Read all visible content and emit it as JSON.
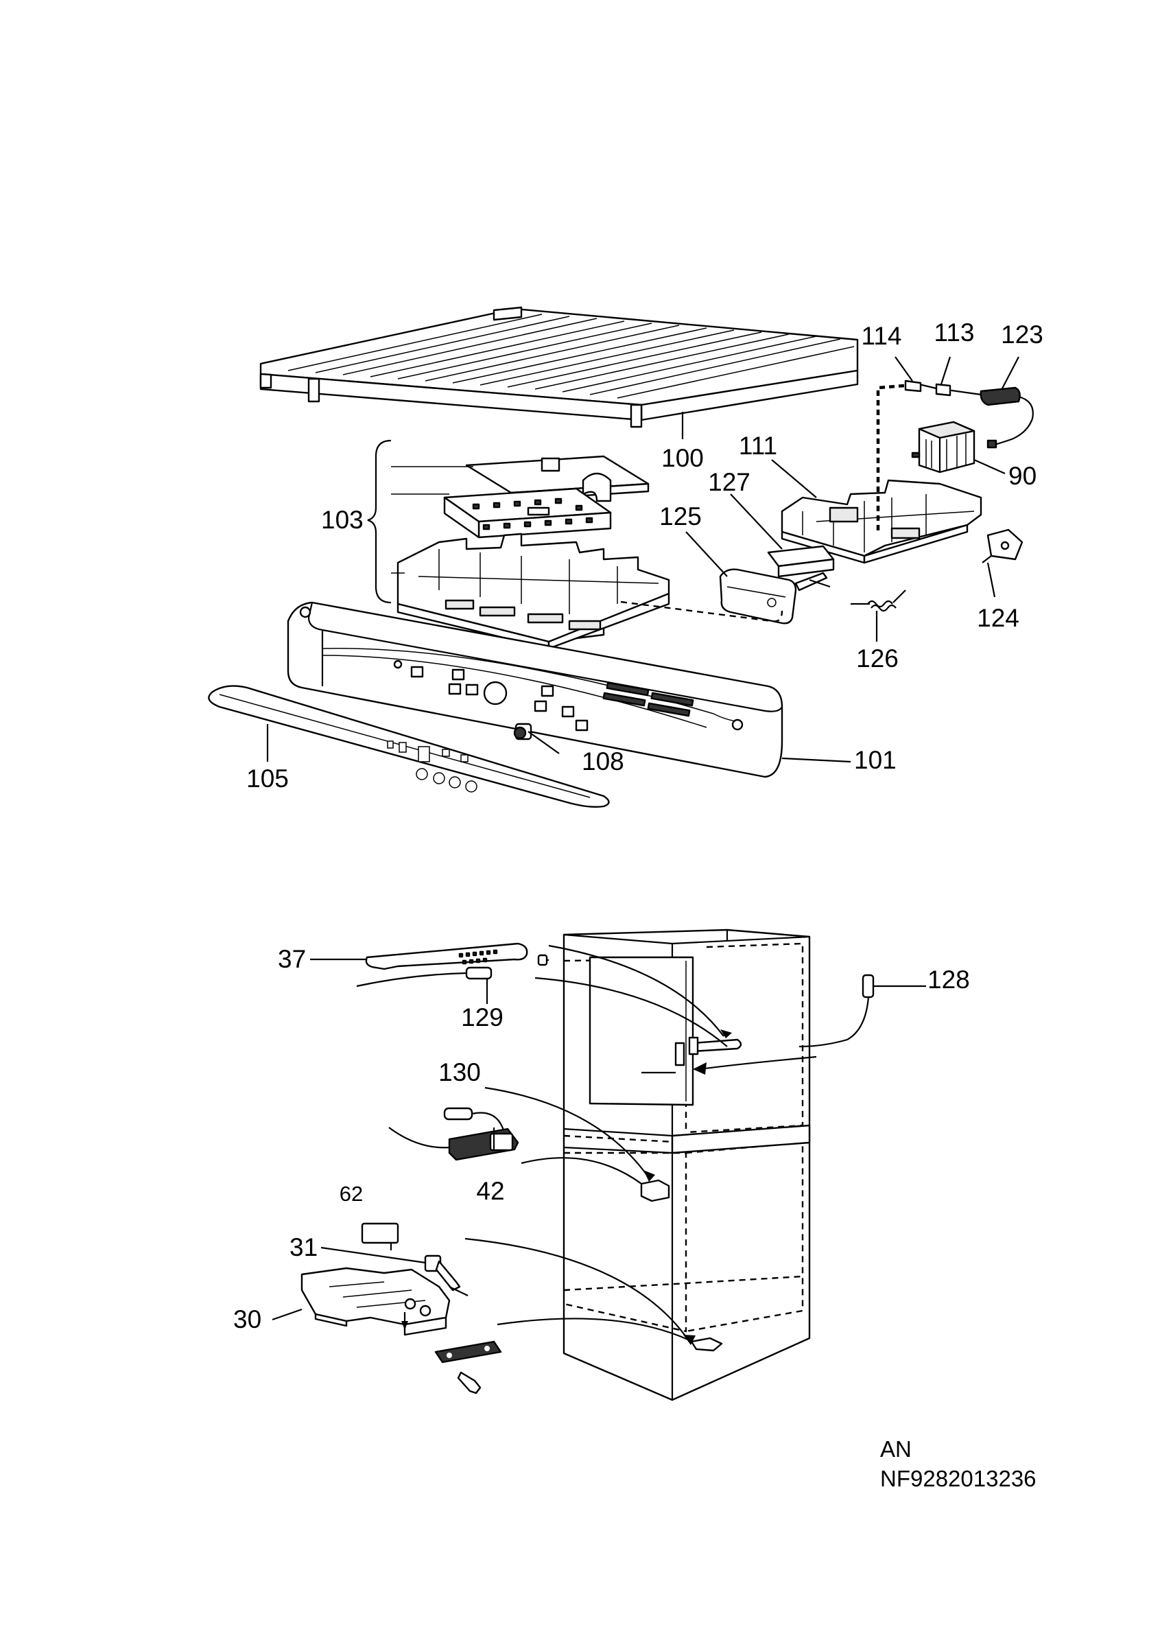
{
  "callouts": {
    "c100": "100",
    "c101": "101",
    "c103": "103",
    "c105": "105",
    "c108": "108",
    "c111": "111",
    "c113": "113",
    "c114": "114",
    "c123": "123",
    "c124": "124",
    "c125": "125",
    "c126": "126",
    "c127": "127",
    "c90": "90",
    "c37": "37",
    "c128": "128",
    "c129": "129",
    "c130": "130",
    "c42": "42",
    "c62": "62",
    "c31": "31",
    "c30": "30"
  },
  "footer": {
    "line1": "AN",
    "line2": "NF9282013236"
  }
}
